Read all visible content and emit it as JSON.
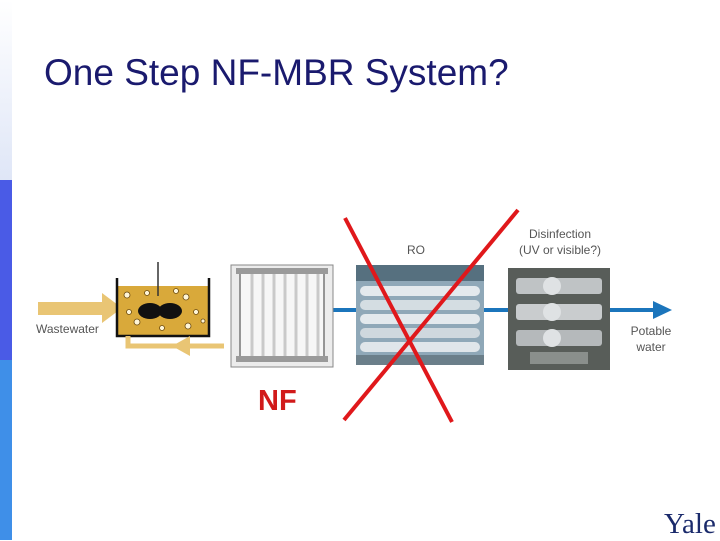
{
  "slide": {
    "title": "One Step NF-MBR System?"
  },
  "diagram": {
    "wastewater_label": "Wastewater",
    "ro_label": "RO",
    "disinfection_label_line1": "Disinfection",
    "disinfection_label_line2": "(UV or visible?)",
    "potable_label_line1": "Potable",
    "potable_label_line2": "water",
    "nf_label": "NF"
  },
  "logo": {
    "text": "Yale"
  },
  "colors": {
    "title": "#1a1a6e",
    "wastewater_arrow": "#e9c574",
    "potable_arrow": "#1b75bc",
    "cross": "#e0181b",
    "nf_label": "#d11a1a"
  }
}
